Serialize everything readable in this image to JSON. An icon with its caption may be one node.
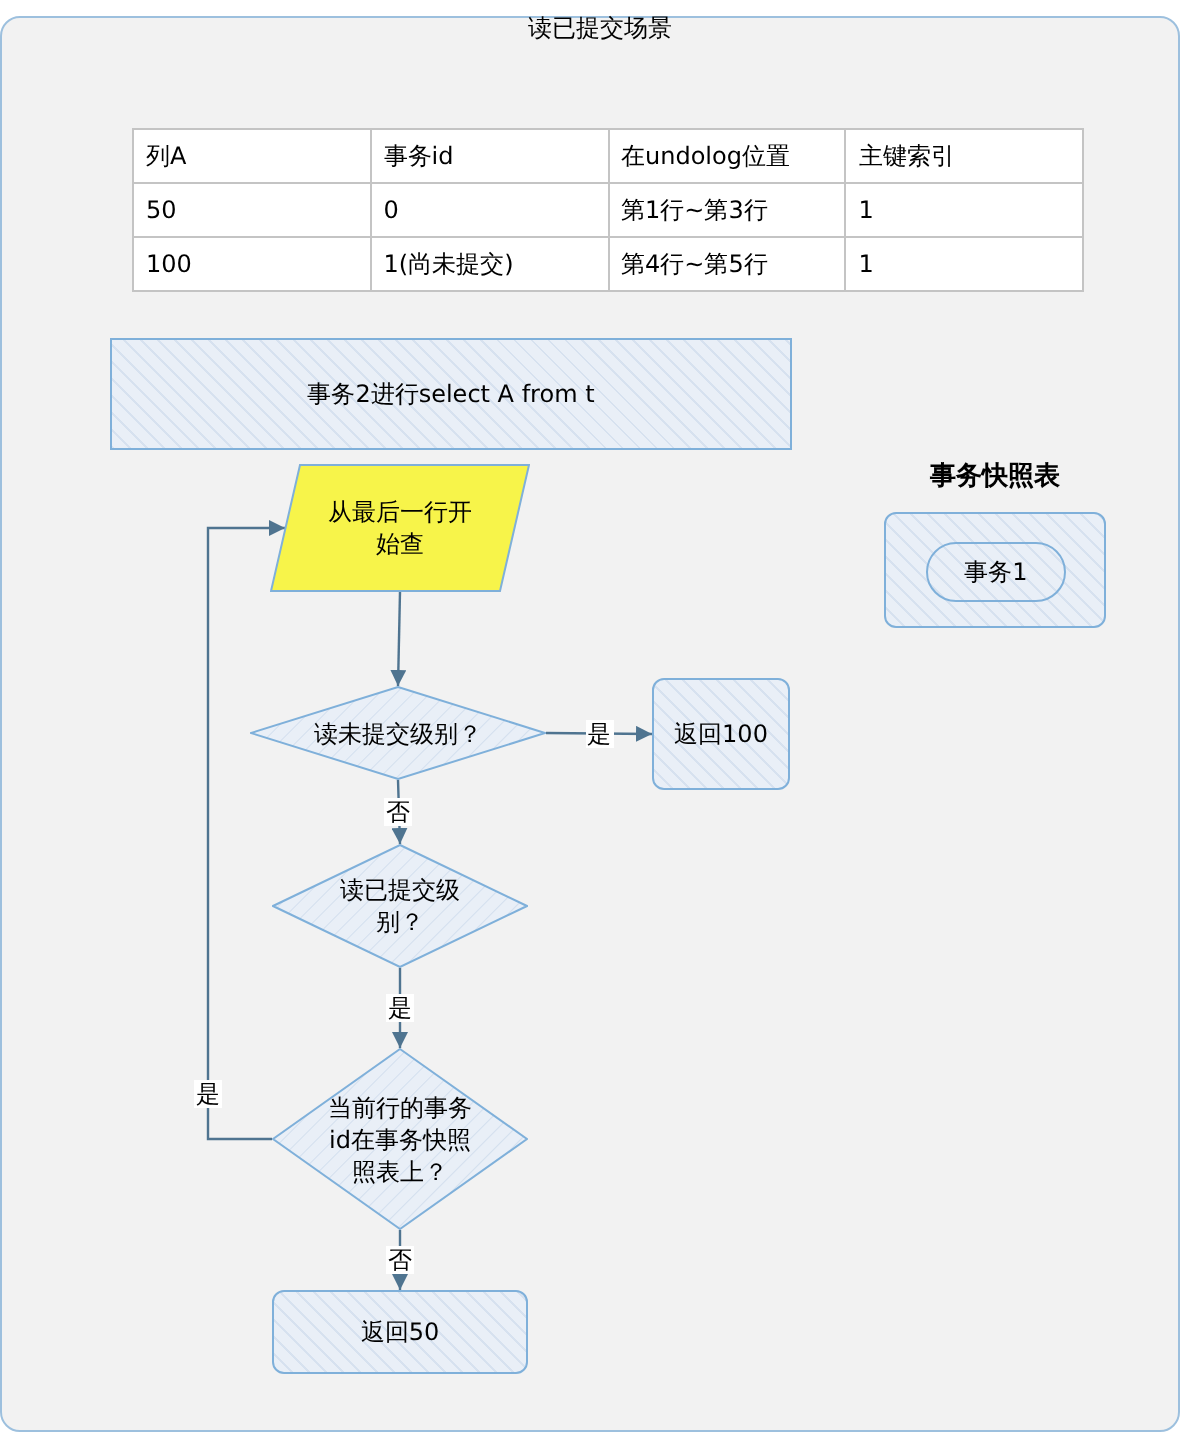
{
  "diagram": {
    "title": "读已提交场景",
    "nodes": [
      {
        "text": [
          "事务2进行select A from t"
        ]
      },
      {
        "text": [
          "从最后一行开始查"
        ]
      },
      {
        "text": [
          "读未提交级别？"
        ]
      },
      {
        "text": [
          "返回100"
        ]
      },
      {
        "text": [
          "读已提交级别？"
        ]
      },
      {
        "text": [
          "当前行的事务id在事务快照照表上？"
        ]
      },
      {
        "text": [
          "返回50"
        ]
      },
      {
        "text": [
          "事务快照表"
        ]
      },
      {
        "text": [
          "事务1"
        ],
        "in": 7
      }
    ],
    "edges": [
      {
        "from": 1,
        "to": 2,
        "arrow": "to"
      },
      {
        "from": 2,
        "to": 3,
        "arrow": "to",
        "label": "是"
      },
      {
        "from": 2,
        "to": 4,
        "arrow": "to",
        "label": "否"
      },
      {
        "from": 4,
        "to": 5,
        "arrow": "to",
        "label": "是"
      },
      {
        "from": 5,
        "to": 1,
        "arrow": "to",
        "label": "是"
      },
      {
        "from": 5,
        "to": 6,
        "arrow": "to",
        "label": "否"
      }
    ],
    "labels": [
      "列A",
      "事务id",
      "在undolog位置",
      "主键索引",
      "50",
      "0",
      "第1行~第3行",
      "1",
      "100",
      "1(尚未提交)",
      "第4行~第5行",
      "1"
    ]
  }
}
